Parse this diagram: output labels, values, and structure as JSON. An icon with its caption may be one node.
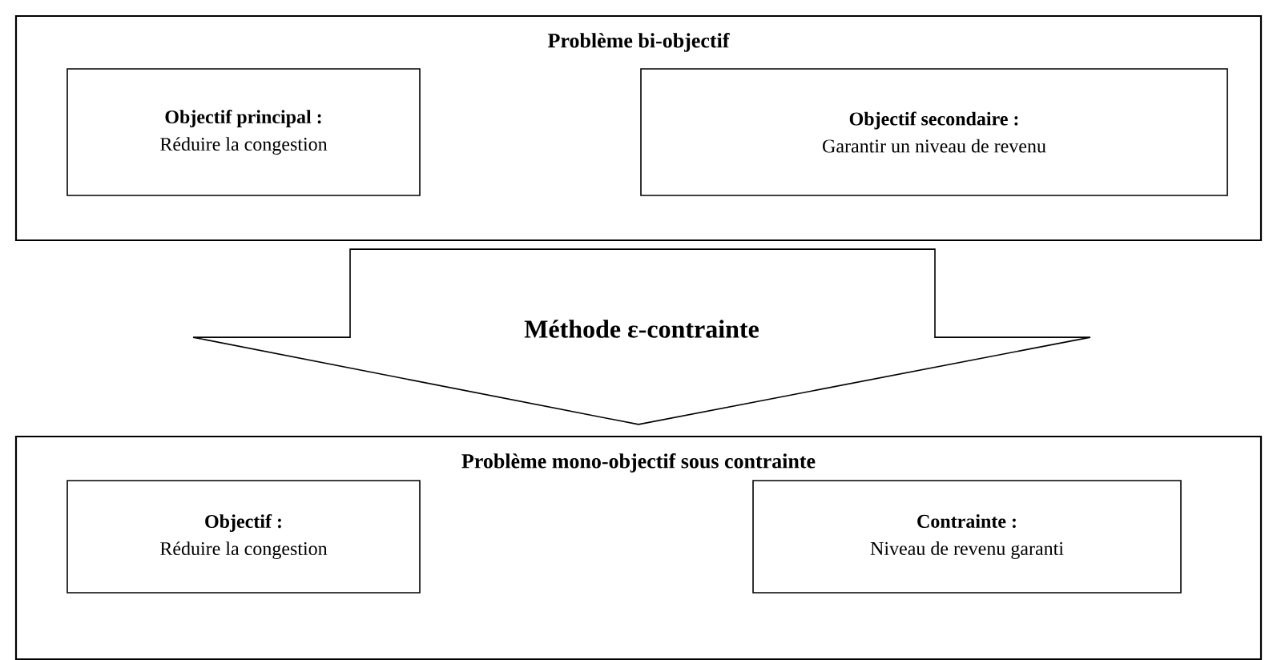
{
  "diagram": {
    "nodes": [
      {
        "text": [
          "Problème bi-objectif"
        ]
      },
      {
        "text": [
          "Objectif principal :",
          "Réduire la congestion"
        ],
        "in": 0
      },
      {
        "text": [
          "Objectif secondaire :",
          "Garantir un niveau de revenu"
        ],
        "in": 0
      },
      {
        "text": [
          "Problème mono-objectif sous contrainte"
        ]
      },
      {
        "text": [
          "Objectif :",
          "Réduire la congestion"
        ],
        "in": 3
      },
      {
        "text": [
          "Contrainte :",
          "Niveau de revenu garanti"
        ],
        "in": 3
      }
    ],
    "edges": [
      {
        "from": 0,
        "to": 3,
        "arrow": "to",
        "label": "Méthode ε-contrainte"
      }
    ]
  }
}
